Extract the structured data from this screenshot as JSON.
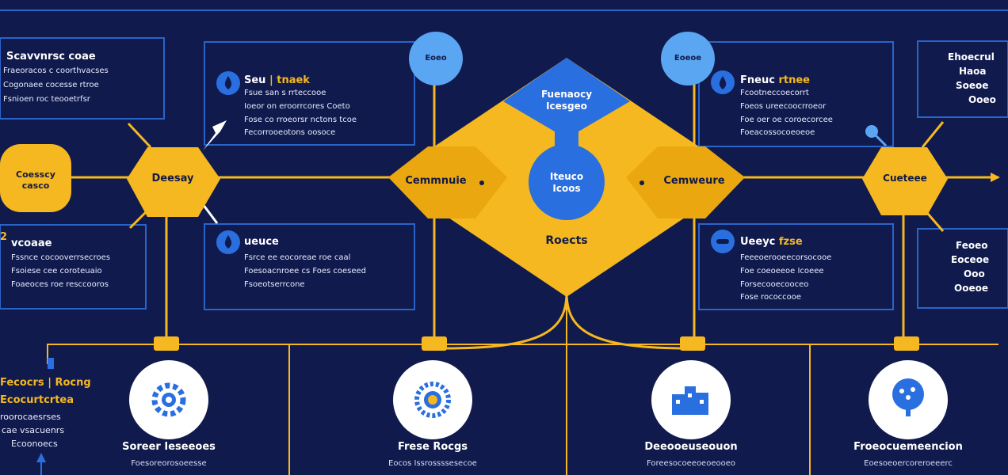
{
  "colors": {
    "background": "#101a4d",
    "panel_border": "#2a64c8",
    "accent_yellow": "#f5b820",
    "accent_blue": "#2a6fe0",
    "light_blue": "#5aa6f2"
  },
  "boxes": {
    "top_left": {
      "title": "Scavvnrsc coae",
      "lines": [
        "Fraeoracos c coorthvacses",
        "Cogonaee cocesse rtroe",
        "Fsnioen roc teooetrfsr"
      ]
    },
    "mid_left": {
      "title": "Seu",
      "title_accent": "| tnaek",
      "lines": [
        "Fsue san s rrteccooe",
        "Ioeor on eroorrcores Coeto",
        "Fose co rroeorsr nctons tcoe",
        "Fecorrooeotons oosoce"
      ]
    },
    "low_left": {
      "title": "vcoaae",
      "lines": [
        "Fssnce cocooverrsecroes",
        "Fsoiese cee coroteuaio",
        "Foaeoces roe resccooros"
      ]
    },
    "low_mid": {
      "title": "ueuce",
      "lines": [
        "Fsrce ee eocoreae roe caal",
        "Foesoacnroee cs Foes coeseed",
        "Fsoeotserrcone"
      ]
    },
    "top_right": {
      "title": "Fneuc",
      "title_accent": "rtnee",
      "lines": [
        "Fcootneccoecorrt",
        "Foeos ureecoocrroeor",
        "Foe oer oe coroecorcee",
        "Foeacossocoeoeoe"
      ]
    },
    "low_right": {
      "title": "Ueeyc",
      "title_accent": "fzse",
      "lines": [
        "Feeeoerooeecorsocooe",
        "Foe coeoeeoe Icoeee",
        "Forsecooecooceo",
        "Fose rococcooe"
      ]
    },
    "far_right_top": {
      "lines": [
        "Ehoecrul",
        "Haoa",
        "Soeoe",
        "Ooeo"
      ]
    },
    "far_right_low": {
      "lines": [
        "Feoeo",
        "Eoceoe",
        "Ooo",
        "Ooeoe"
      ]
    },
    "side_left": {
      "title": "Fecocrs | Rocng",
      "lines": [
        "Ecocurtcrtea",
        "roorocaesrses",
        "cae vsacuenrs",
        "Ecoonoecs"
      ]
    },
    "side_mark": "2"
  },
  "nodes": {
    "left_pill": "Coesscy casco",
    "left_hex": "Deesay",
    "center_left": "Cemmnuie",
    "center_right": "Cemweure",
    "right_hex": "Cueteee",
    "top_blue": "Fuenaocy Icesgeo",
    "center_circle": "Iteuco Icoos",
    "center_bottom": "Roects",
    "top_circle_left": "Eoeo",
    "top_circle_right": "Eoeoe"
  },
  "cards": [
    {
      "title": "Soreer Ieseeoes",
      "sub": "Foesoreorosoeesse",
      "icon": "gear-icon"
    },
    {
      "title": "Frese Rocgs",
      "sub": "Eocos Issrossssesecoe",
      "icon": "sun-icon"
    },
    {
      "title": "Deeooeuseouon",
      "sub": "Foreesocoeeoeoeooeo",
      "icon": "building-icon"
    },
    {
      "title": "Froeocuemeencion",
      "sub": "Eoesoeoercoreroeeerc",
      "icon": "tree-icon"
    }
  ]
}
